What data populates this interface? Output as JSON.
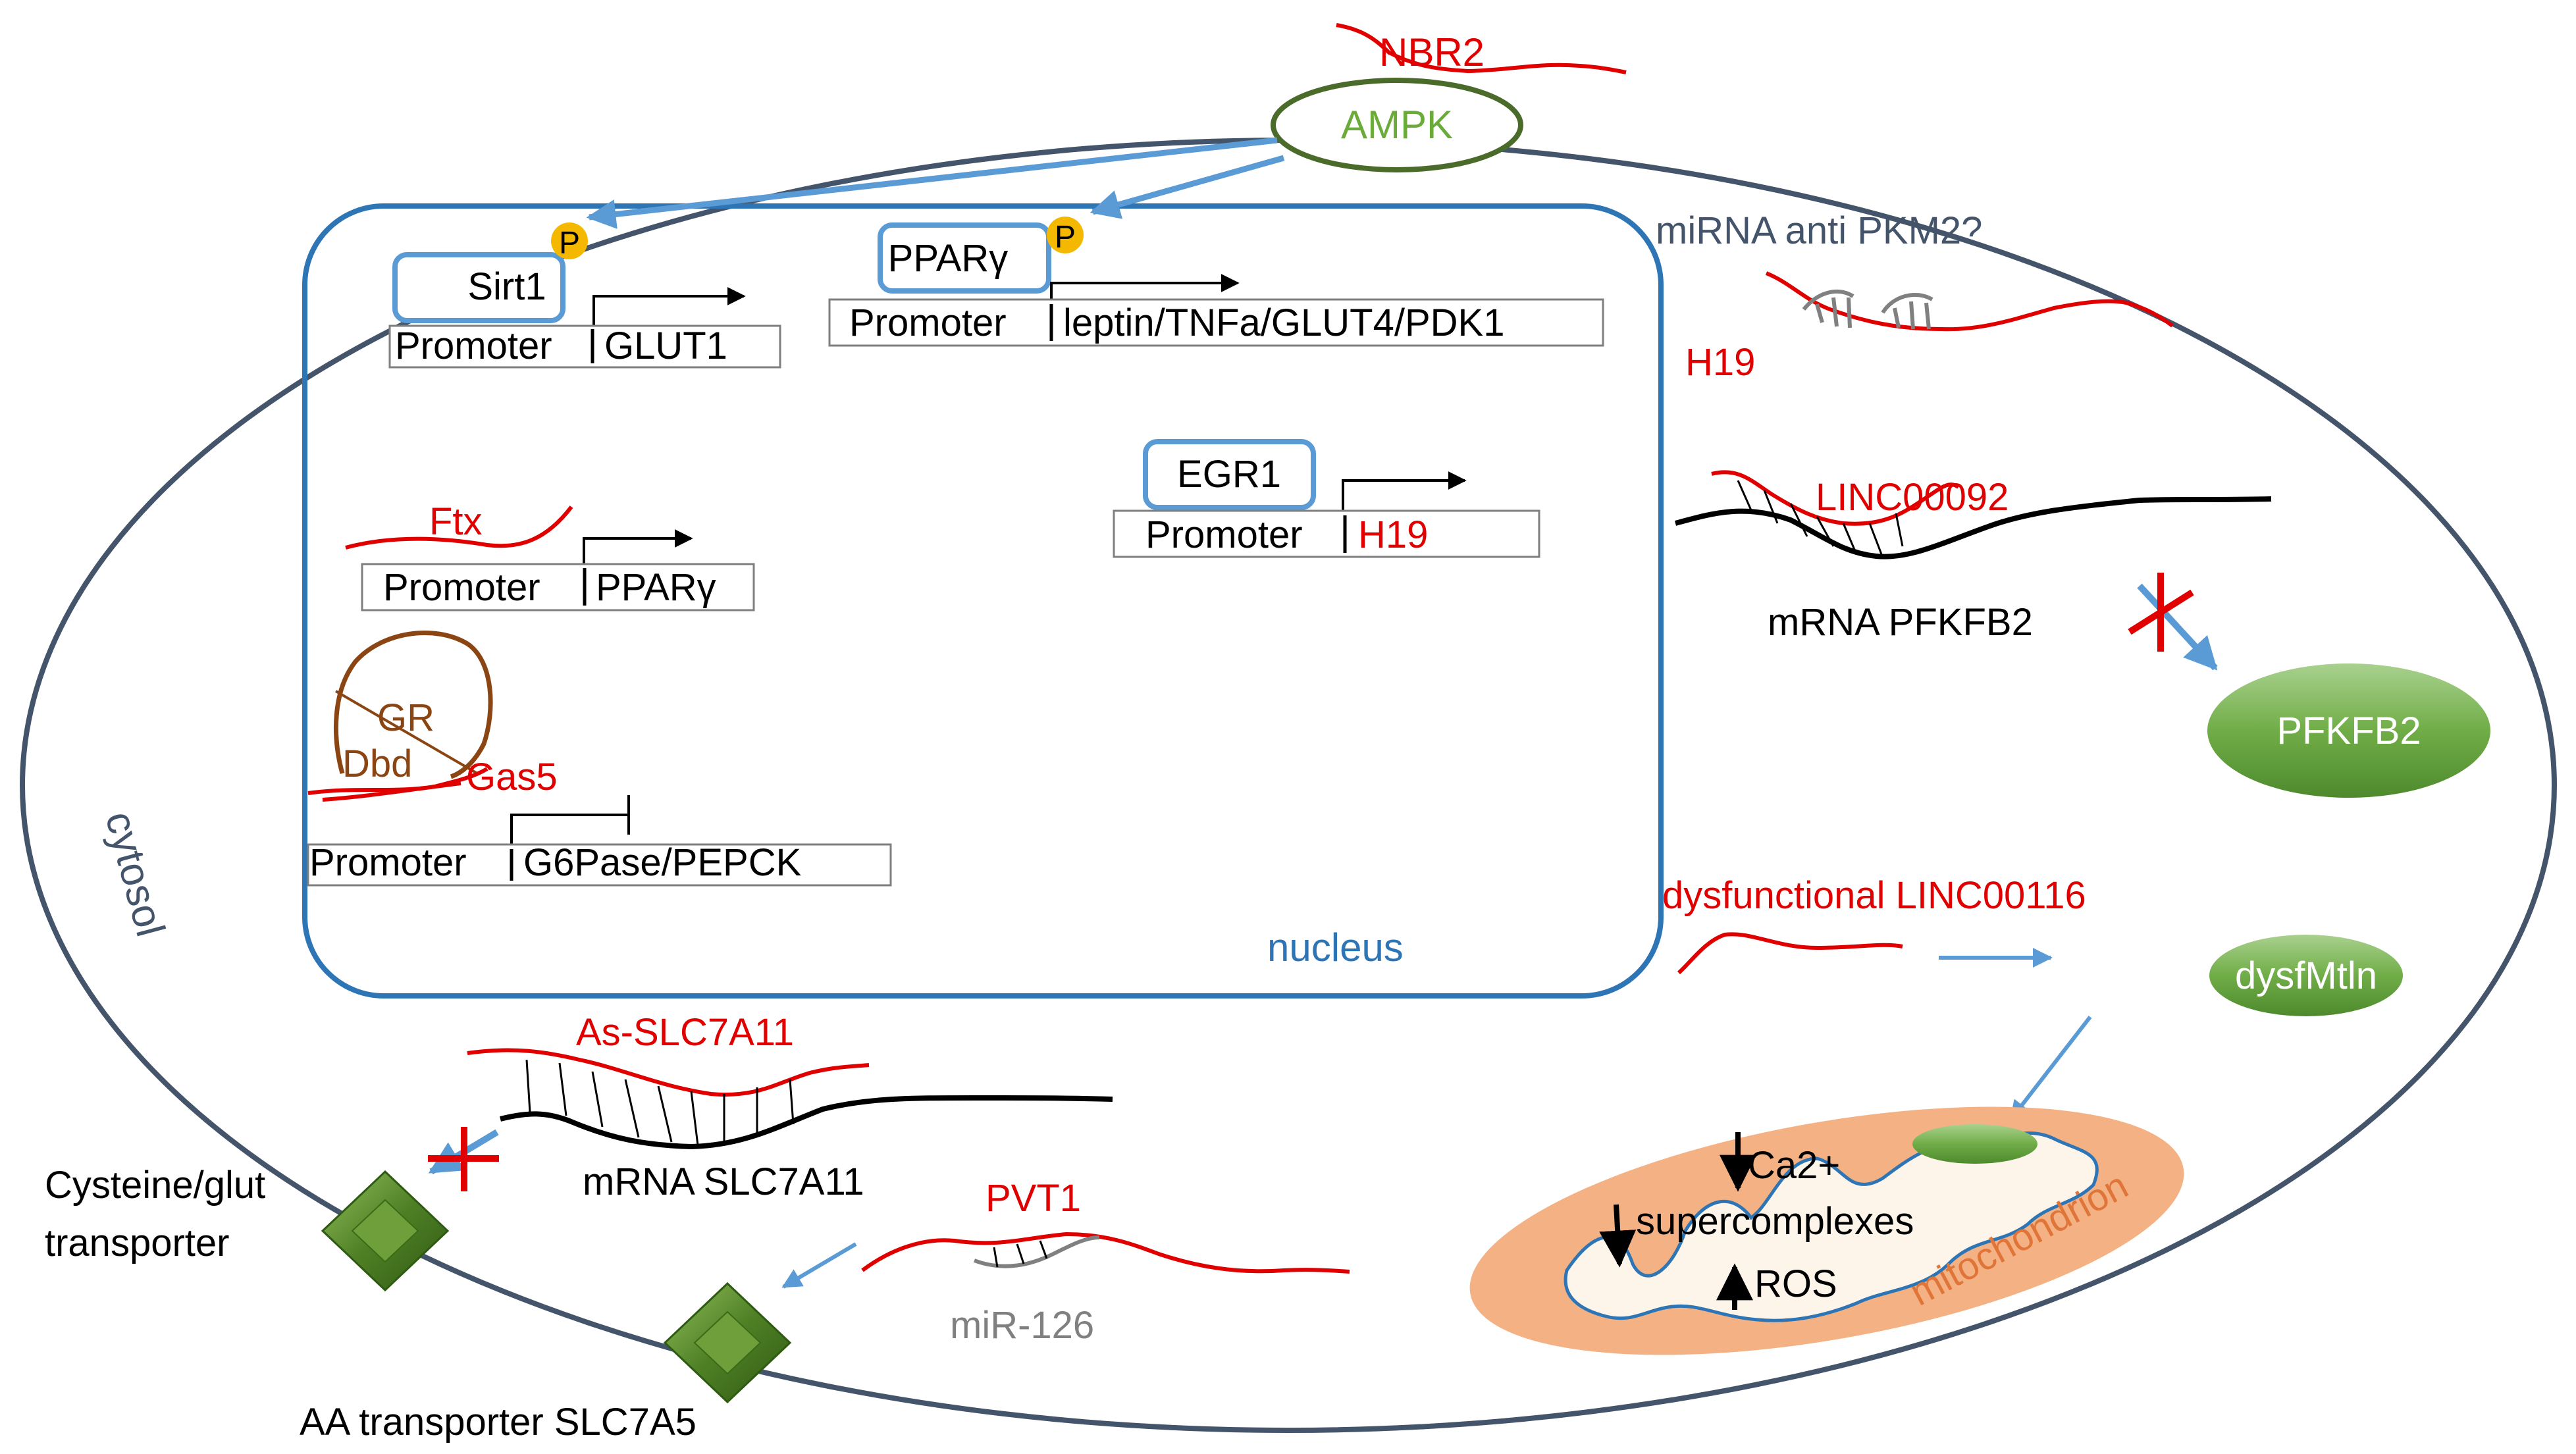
{
  "compartments": {
    "cytosol": "cytosol",
    "nucleus": "nucleus",
    "mitochondrion": "mitochondrion"
  },
  "proteins": {
    "ampk": "AMPK",
    "sirt1": "Sirt1",
    "ppar": "PPARγ",
    "egr1": "EGR1",
    "gr": "GR",
    "dbd": "Dbd",
    "pfkfb2": "PFKFB2",
    "dysfmtln": "dysfMtln",
    "phospho": "P"
  },
  "promoters": {
    "glut1": {
      "promoter": "Promoter",
      "gene": "GLUT1"
    },
    "leptin": {
      "promoter": "Promoter",
      "gene": "leptin/TNFa/GLUT4/PDK1"
    },
    "h19": {
      "promoter": "Promoter",
      "gene": "H19"
    },
    "ppar": {
      "promoter": "Promoter",
      "gene": "PPARγ"
    },
    "g6pase": {
      "promoter": "Promoter",
      "gene": "G6Pase/PEPCK"
    }
  },
  "rnas": {
    "nbr2": "NBR2",
    "ftx": "Ftx",
    "gas5": "Gas5",
    "mirna_question": "miRNA anti PKM2?",
    "h19": "H19",
    "linc00092": "LINC00092",
    "mrna_pfkfb2": "mRNA PFKFB2",
    "linc00116": "dysfunctional LINC00116",
    "as_slc7a11": "As-SLC7A11",
    "mrna_slc7a11": "mRNA SLC7A11",
    "pvt1": "PVT1",
    "mir126": "miR-126"
  },
  "mito_effects": {
    "ca": "Ca2+",
    "supercomplexes": "supercomplexes",
    "ros": "ROS"
  },
  "transporters": {
    "cysteine_line1": "Cysteine/glut",
    "cysteine_line2": "transporter",
    "aa": "AA transporter SLC7A5"
  },
  "colors": {
    "red_rna": "#e00000",
    "blue_outline": "#2e75b6",
    "arrow_blue": "#5b9bd5",
    "green_protein": "#70ad47",
    "green_text": "#6aab3a",
    "ampk_outline": "#4a6b2a",
    "cell_outline": "#44546a",
    "gr_brown": "#8b4513",
    "mito_orange": "#f4b183",
    "phospho_yellow": "#f5b800",
    "mirna_gray": "#808080"
  }
}
